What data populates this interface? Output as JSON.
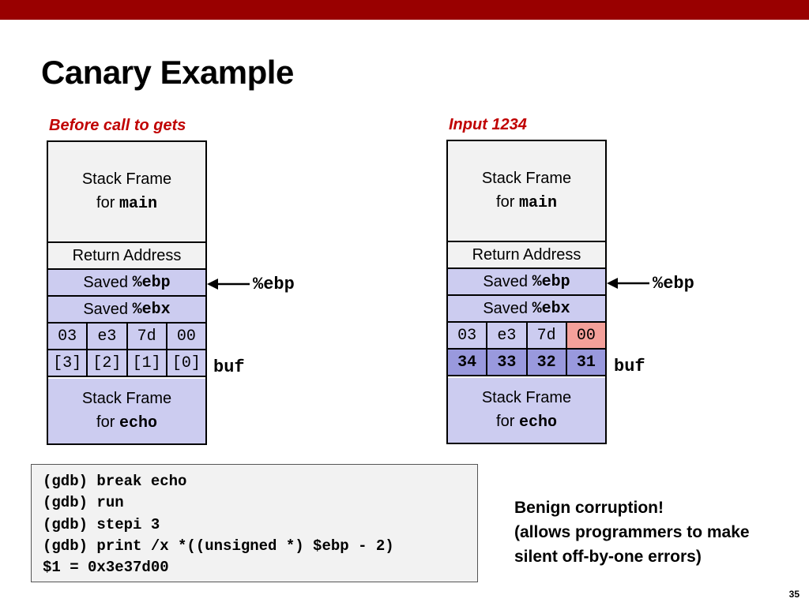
{
  "title": "Canary Example",
  "left": {
    "caption": "Before call to gets",
    "main_frame": {
      "line1": "Stack Frame",
      "for_word": "for",
      "func": "main"
    },
    "return_address": "Return Address",
    "saved_ebp": {
      "prefix": "Saved",
      "reg": "%ebp"
    },
    "saved_ebx": {
      "prefix": "Saved",
      "reg": "%ebx"
    },
    "canary_bytes": [
      "03",
      "e3",
      "7d",
      "00"
    ],
    "buf_bytes": [
      "[3]",
      "[2]",
      "[1]",
      "[0]"
    ],
    "echo_frame": {
      "line1": "Stack Frame",
      "for_word": "for",
      "func": "echo"
    },
    "ebp_label": "%ebp",
    "buf_label": "buf"
  },
  "right": {
    "caption": "Input 1234",
    "main_frame": {
      "line1": "Stack Frame",
      "for_word": "for",
      "func": "main"
    },
    "return_address": "Return Address",
    "saved_ebp": {
      "prefix": "Saved",
      "reg": "%ebp"
    },
    "saved_ebx": {
      "prefix": "Saved",
      "reg": "%ebx"
    },
    "canary_bytes": [
      "03",
      "e3",
      "7d",
      "00"
    ],
    "buf_bytes": [
      "34",
      "33",
      "32",
      "31"
    ],
    "echo_frame": {
      "line1": "Stack Frame",
      "for_word": "for",
      "func": "echo"
    },
    "ebp_label": "%ebp",
    "buf_label": "buf"
  },
  "gdb_lines": [
    "(gdb) break echo",
    "(gdb) run",
    "(gdb) stepi 3",
    "(gdb) print /x *((unsigned *) $ebp - 2)",
    "$1 = 0x3e37d00"
  ],
  "note_lines": [
    "Benign corruption!",
    "(allows programmers to make",
    "silent off-by-one errors)"
  ],
  "page_number": "35",
  "colors": {
    "top_bar": "#990000",
    "caption": "#c00000",
    "stack_light": "#ccccf0",
    "stack_written": "#9999dd",
    "canary_highlight": "#f4a09a",
    "frame_gray": "#f2f2f2"
  }
}
